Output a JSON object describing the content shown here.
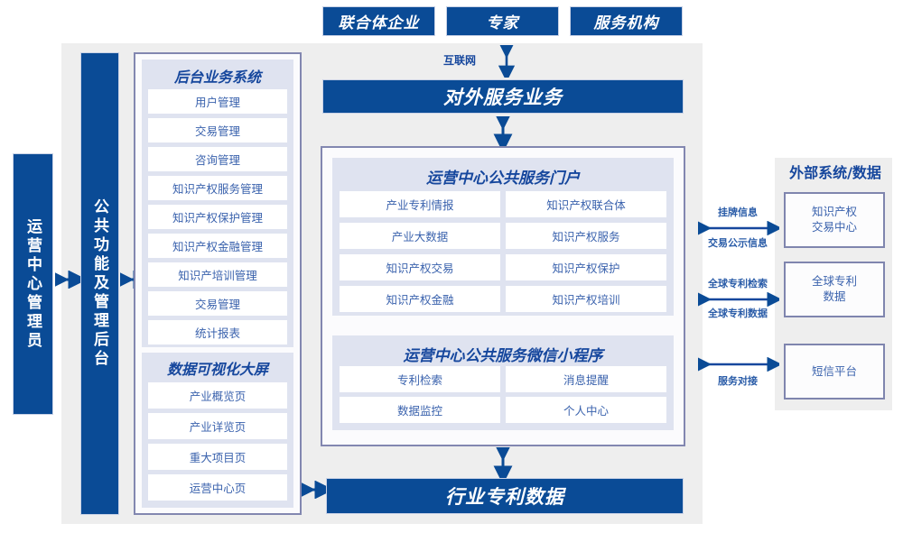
{
  "top_actors": [
    {
      "label": "联合体企业"
    },
    {
      "label": "专家"
    },
    {
      "label": "服务机构"
    }
  ],
  "network_label": "互联网",
  "external_service_bar": "对外服务业务",
  "industry_data_bar": "行业专利数据",
  "left_roles": [
    {
      "label": "运营中心管理员"
    },
    {
      "label": "公共功能及管理后台"
    }
  ],
  "backend_system": {
    "title": "后台业务系统",
    "items": [
      "用户管理",
      "交易管理",
      "咨询管理",
      "知识产权服务管理",
      "知识产权保护管理",
      "知识产权金融管理",
      "知识产培训管理",
      "交易管理",
      "统计报表"
    ]
  },
  "visual_screen": {
    "title": "数据可视化大屏",
    "items": [
      "产业概览页",
      "产业详览页",
      "重大项目页",
      "运营中心页"
    ]
  },
  "portal": {
    "title": "运营中心公共服务门户",
    "items": [
      "产业专利情报",
      "知识产权联合体",
      "产业大数据",
      "知识产权服务",
      "知识产权交易",
      "知识产权保护",
      "知识产权金融",
      "知识产权培训"
    ]
  },
  "miniprogram": {
    "title": "运营中心公共服务微信小程序",
    "items": [
      "专利检索",
      "消息提醒",
      "数据监控",
      "个人中心"
    ]
  },
  "external": {
    "title": "外部系统/数据",
    "boxes": [
      {
        "label": "知识产权\n交易中心"
      },
      {
        "label": "全球专利\n数据"
      },
      {
        "label": "短信平台"
      }
    ],
    "connectors": [
      {
        "above": "挂牌信息",
        "below": "交易公示信息"
      },
      {
        "above": "全球专利检索",
        "below": "全球专利数据"
      },
      {
        "above": "",
        "below": "服务对接"
      }
    ]
  },
  "colors": {
    "brand_blue": "#0a4b96",
    "panel_lavender": "#dfe3f0",
    "backdrop_gray": "#eeeeee",
    "card_border": "#8287b0",
    "text_blue": "#3a62ad"
  }
}
